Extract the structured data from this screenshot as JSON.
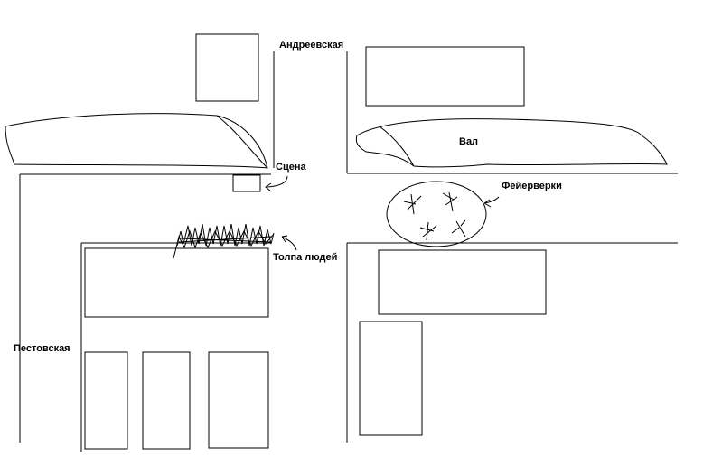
{
  "labels": {
    "andreevskaya": "Андреевская",
    "val": "Вал",
    "stage": "Сцена",
    "fireworks": "Фейерверки",
    "crowd": "Толпа людей",
    "pestovskaya": "Пестовская"
  },
  "colors": {
    "stroke": "#000000",
    "background": "#ffffff"
  }
}
